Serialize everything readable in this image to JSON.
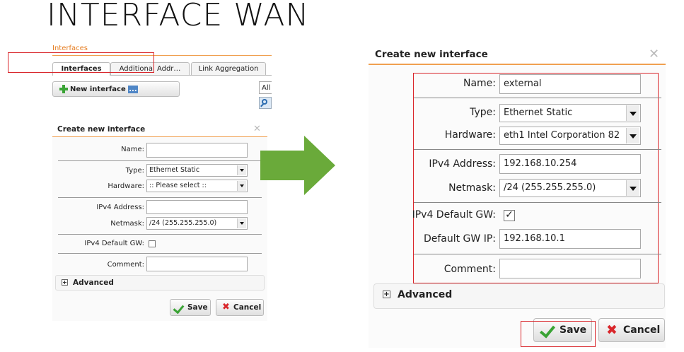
{
  "slide": {
    "title": "INTERFACE WAN"
  },
  "small": {
    "breadcrumb": "Interfaces",
    "tabs": [
      "Interfaces",
      "Additional Addr…",
      "Link Aggregation"
    ],
    "new_interface_label": "New interface",
    "new_interface_suffix": "...",
    "filter_value": "All",
    "dialog_title": "Create new interface",
    "fields": {
      "name_label": "Name:",
      "name_value": "",
      "type_label": "Type:",
      "type_value": "Ethernet Static",
      "hardware_label": "Hardware:",
      "hardware_value": ":: Please select ::",
      "ipv4_label": "IPv4 Address:",
      "ipv4_value": "",
      "netmask_label": "Netmask:",
      "netmask_value": "/24 (255.255.255.0)",
      "gw_label": "IPv4 Default GW:",
      "gw_checked": false,
      "comment_label": "Comment:",
      "comment_value": ""
    },
    "advanced_label": "Advanced",
    "save_label": "Save",
    "cancel_label": "Cancel"
  },
  "large": {
    "dialog_title": "Create new interface",
    "fields": {
      "name_label": "Name:",
      "name_value": "external",
      "type_label": "Type:",
      "type_value": "Ethernet Static",
      "hardware_label": "Hardware:",
      "hardware_value": "eth1 Intel Corporation 82",
      "ipv4_label": "IPv4 Address:",
      "ipv4_value": "192.168.10.254",
      "netmask_label": "Netmask:",
      "netmask_value": "/24 (255.255.255.0)",
      "gw_label": "IPv4 Default GW:",
      "gw_checked": true,
      "gw_ip_label": "Default GW IP:",
      "gw_ip_value": "192.168.10.1",
      "comment_label": "Comment:",
      "comment_value": ""
    },
    "advanced_label": "Advanced",
    "save_label": "Save",
    "cancel_label": "Cancel"
  },
  "icons": {
    "checkmark_glyph": "✓",
    "expand_glyph": "+",
    "cancel_glyph": "✖",
    "close_glyph": "✕"
  },
  "colors": {
    "accent_orange": "#f0a050",
    "highlight_red": "#d9262b",
    "arrow_green": "#6aaa3a",
    "save_green": "#3aa335"
  }
}
